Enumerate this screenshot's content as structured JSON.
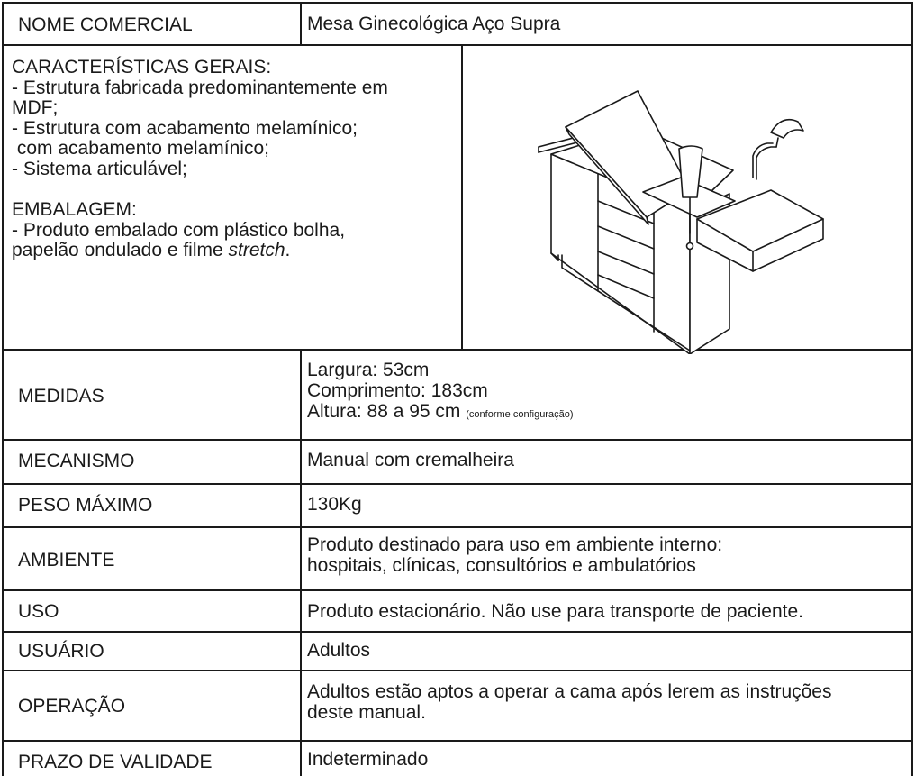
{
  "rows": [
    {
      "label": "NOME COMERCIAL",
      "value": "Mesa Ginecológica Aço Supra"
    },
    {
      "label": "MEDIDAS",
      "lines": [
        "Largura: 53cm",
        "Comprimento: 183cm",
        "Altura: 88 a 95 cm"
      ],
      "note": "(conforme configuração)"
    },
    {
      "label": "MECANISMO",
      "value": "Manual com cremalheira"
    },
    {
      "label": "PESO MÁXIMO",
      "value": "130Kg"
    },
    {
      "label": "AMBIENTE",
      "lines": [
        "Produto destinado para uso em ambiente interno:",
        "hospitais, clínicas, consultórios e ambulatórios"
      ]
    },
    {
      "label": "USO",
      "value": "Produto estacionário. Não use para transporte de paciente."
    },
    {
      "label": "USUÁRIO",
      "value": "Adultos"
    },
    {
      "label": "OPERAÇÃO",
      "lines": [
        "Adultos estão aptos a operar a cama após lerem as instruções",
        "deste manual."
      ]
    },
    {
      "label": "PRAZO DE VALIDADE",
      "value": "Indeterminado"
    }
  ],
  "features": {
    "title": "CARACTERÍSTICAS GERAIS:",
    "lines": [
      "- Estrutura fabricada predominantemente em",
      "MDF;",
      "- Estrutura com acabamento melamínico;",
      " com acabamento melamínico;",
      "- Sistema articulável;"
    ],
    "packaging_title": "EMBALAGEM:",
    "packaging_line1": "- Produto embalado com plástico bolha,",
    "packaging_line2_prefix": "papelão ondulado e filme ",
    "packaging_line2_italic": "stretch",
    "packaging_line2_suffix": "."
  },
  "illustration": {
    "icon": "gynecological-table-drawing"
  }
}
